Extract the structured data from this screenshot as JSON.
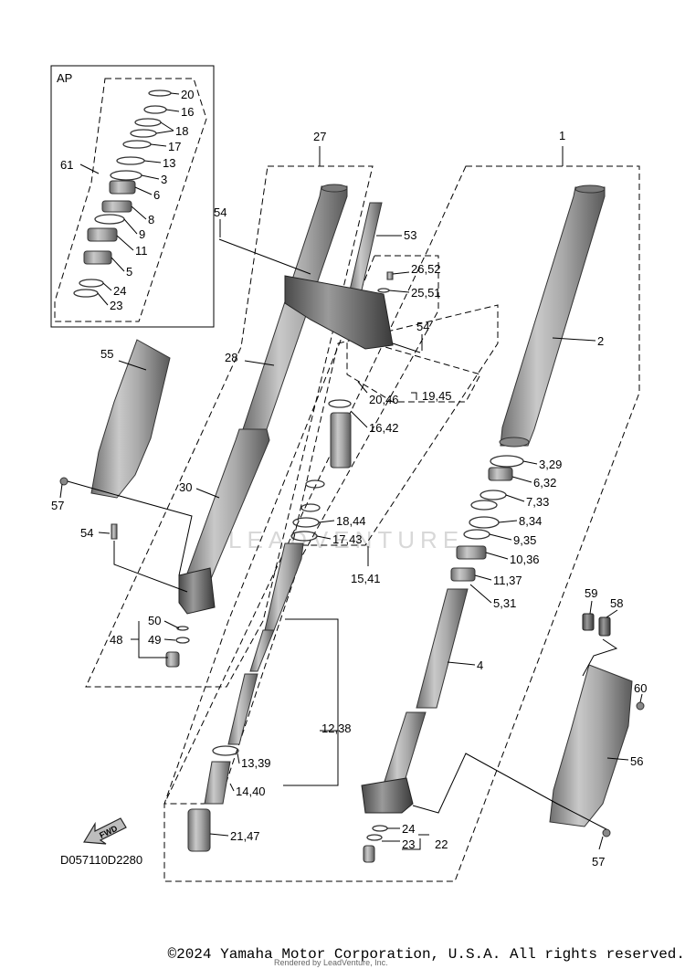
{
  "diagram": {
    "code": "D057110D2280",
    "ap_label": "AP",
    "fwd_label": "FWD",
    "labels": {
      "l1": "1",
      "l2": "2",
      "l3_29": "3,29",
      "l6_32": "6,32",
      "l7_33": "7,33",
      "l8_34": "8,34",
      "l9_35": "9,35",
      "l10_36": "10,36",
      "l11_37": "11,37",
      "l5_31": "5,31",
      "l4": "4",
      "l27": "27",
      "l53": "53",
      "l54a": "54",
      "l26_52": "26,52",
      "l25_51": "25,51",
      "l54b": "54",
      "l28": "28",
      "l20_46": "20,46",
      "l19_45": "19,45",
      "l16_42": "16,42",
      "l18_44": "18,44",
      "l17_43": "17,43",
      "l15_41": "15,41",
      "l55": "55",
      "l57a": "57",
      "l30": "30",
      "l54c": "54",
      "l50": "50",
      "l49": "49",
      "l48": "48",
      "l12_38": "12,38",
      "l13_39": "13,39",
      "l14_40": "14,40",
      "l21_47": "21,47",
      "l24": "24",
      "l23": "23",
      "l22": "22",
      "l59": "59",
      "l58": "58",
      "l60": "60",
      "l56": "56",
      "l57b": "57",
      "ap20": "20",
      "ap16": "16",
      "ap18": "18",
      "ap17": "17",
      "ap13": "13",
      "ap3": "3",
      "ap6": "6",
      "ap8": "8",
      "ap9": "9",
      "ap11": "11",
      "ap5": "5",
      "ap24": "24",
      "ap23": "23",
      "ap61": "61"
    },
    "watermark": "LEADVENTURE"
  },
  "footer": {
    "copyright": "©2024 Yamaha Motor Corporation, U.S.A. All rights reserved.",
    "rendered": "Rendered by LeadVenture, Inc."
  }
}
